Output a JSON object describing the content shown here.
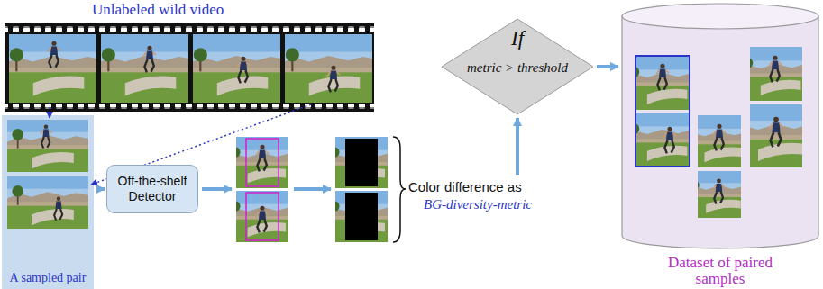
{
  "diagram": {
    "nodes": [
      {
        "text": [
          "A sampled pair"
        ]
      },
      {
        "text": [
          "Off-the-shelf Detector"
        ]
      },
      {
        "text": [
          "If",
          "metric > threshold"
        ]
      },
      {
        "text": [
          "Dataset of paired samples"
        ]
      }
    ],
    "edges": [
      {
        "from": 0,
        "to": 1,
        "arrow": "to"
      },
      {
        "from": 2,
        "to": 3,
        "arrow": "to"
      }
    ],
    "labels": [
      "Unlabeled wild video",
      "Color difference as",
      "BG-diversity-metric"
    ]
  }
}
